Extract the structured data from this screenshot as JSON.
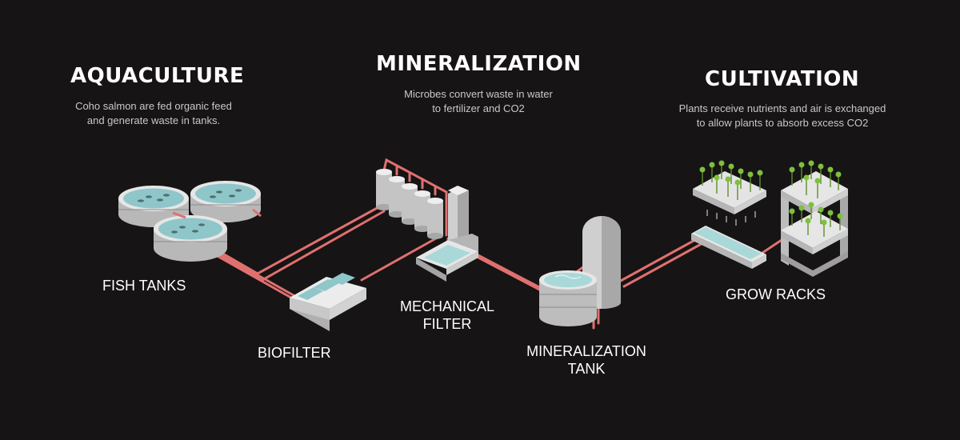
{
  "sections": {
    "aquaculture": {
      "title": "AQUACULTURE",
      "desc_line1": "Coho salmon are fed organic feed",
      "desc_line2": "and generate waste in tanks."
    },
    "mineralization": {
      "title": "MINERALIZATION",
      "desc_line1": "Microbes convert waste in water",
      "desc_line2": "to fertilizer and CO2"
    },
    "cultivation": {
      "title": "CULTIVATION",
      "desc_line1": "Plants receive nutrients and air is exchanged",
      "desc_line2": "to allow plants to absorb excess CO2"
    }
  },
  "components": {
    "fish_tanks": "FISH TANKS",
    "biofilter": "BIOFILTER",
    "mechanical_filter_line1": "MECHANICAL",
    "mechanical_filter_line2": "FILTER",
    "mineralization_tank_line1": "MINERALIZATION",
    "mineralization_tank_line2": "TANK",
    "grow_racks": "GROW RACKS"
  },
  "colors": {
    "background": "#161414",
    "pipe": "#e07070",
    "water": "#a9d8d8",
    "equipment_light": "#e8e8e8",
    "equipment_dark": "#9a9a9a",
    "plant": "#7fbf3f"
  },
  "icons": [
    "fish-tank-icon",
    "biofilter-icon",
    "mechanical-filter-icon",
    "mineralization-tank-icon",
    "grow-rack-icon",
    "pipe-icon",
    "plant-icon"
  ]
}
